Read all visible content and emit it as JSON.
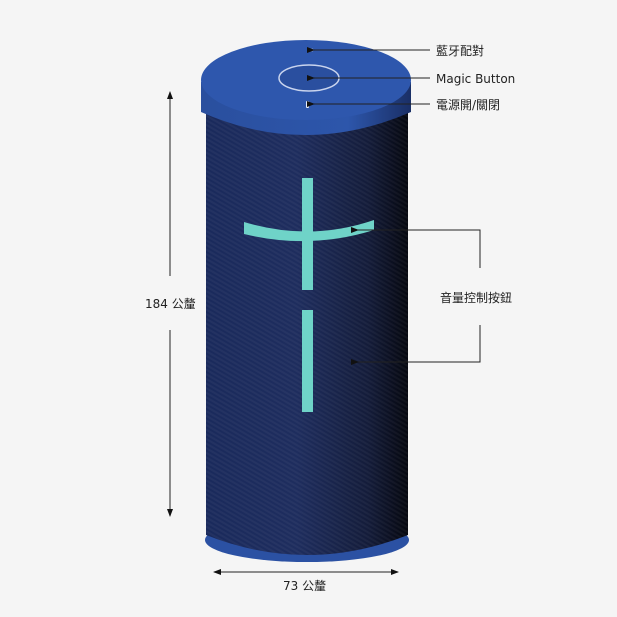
{
  "labels": {
    "bluetooth_pairing": "藍牙配對",
    "magic_button": "Magic Button",
    "power": "電源開/關閉",
    "volume_buttons": "音量控制按鈕",
    "height": "184 公釐",
    "width": "73 公釐"
  },
  "colors": {
    "background": "#f5f5f5",
    "cap_blue": "#2c55a8",
    "fabric_navy": "#1b2750",
    "volume_accent": "#6fd3c8",
    "line": "#222222"
  }
}
